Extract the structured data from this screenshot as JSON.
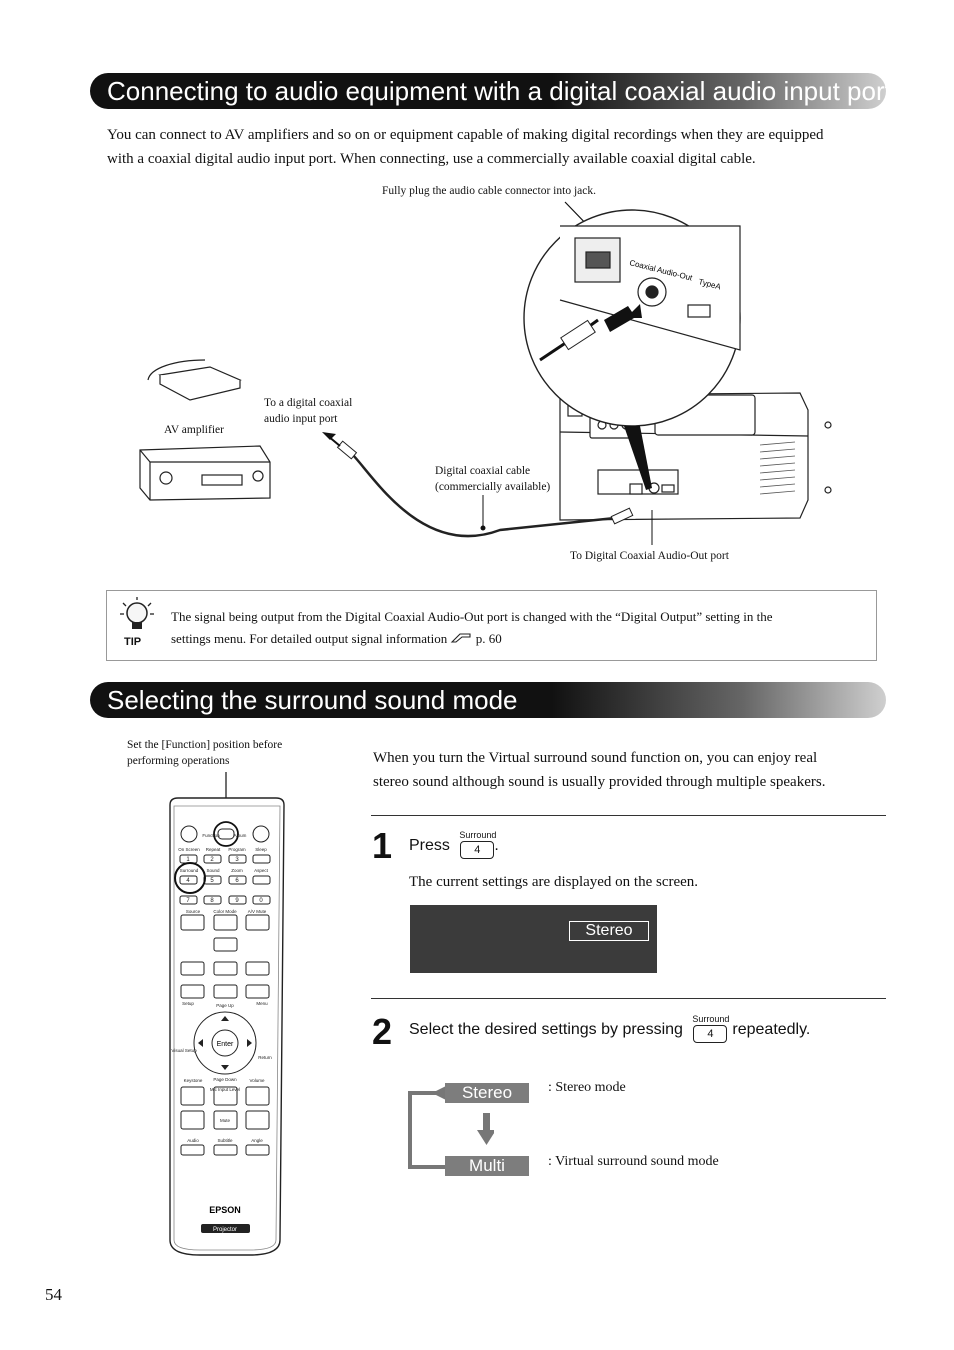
{
  "section1": {
    "heading": "Connecting to audio equipment with a digital coaxial audio input port",
    "intro_line1": "You can connect to AV amplifiers and so on or equipment capable of making digital recordings when they are equipped",
    "intro_line2": "with a coaxial digital audio input port. When connecting, use a commercially available coaxial digital cable."
  },
  "diagram": {
    "callout_plug": "Fully plug the audio cable connector into jack.",
    "label_av_amp": "AV amplifier",
    "label_to_input_1": "To a digital coaxial",
    "label_to_input_2": "audio input port",
    "label_cable_1": "Digital coaxial cable",
    "label_cable_2": "(commercially available)",
    "label_to_output": "To Digital Coaxial Audio-Out port",
    "jack_label": "Coaxial Audio-Out",
    "usb_label": "TypeA"
  },
  "tip": {
    "badge": "TIP",
    "line1": "The signal being output from the Digital Coaxial  Audio-Out port is changed with the “Digital Output” setting in the",
    "line2": "settings menu. For detailed output signal information",
    "page_ref": "p. 60"
  },
  "section2": {
    "heading": "Selecting the surround sound mode",
    "remote_note_1": "Set the [Function] position before",
    "remote_note_2": "performing operations",
    "intro_line1": "When you turn the Virtual surround sound function on, you can enjoy real",
    "intro_line2": "stereo sound although sound is usually provided through multiple speakers."
  },
  "steps": [
    {
      "number": "1",
      "text_before": "Press",
      "key_caption": "Surround",
      "key_label": "4",
      "text_after": ".",
      "detail": "The current settings are displayed on the screen.",
      "screen_value": "Stereo"
    },
    {
      "number": "2",
      "text_before": "Select the desired settings by pressing",
      "key_caption": "Surround",
      "key_label": "4",
      "text_after": "repeatedly."
    }
  ],
  "modes": [
    {
      "label": "Stereo",
      "description": ": Stereo mode"
    },
    {
      "label": "Multi",
      "description": ": Virtual surround sound mode"
    }
  ],
  "remote": {
    "brand": "EPSON",
    "sub": "Projector",
    "function_label": "Function",
    "album_label": "Album",
    "key_labels": [
      "On Screen",
      "Repeat",
      "Program",
      "Sleep",
      "Surround",
      "Sound",
      "Zoom",
      "Aspect",
      "Source",
      "Color Mode",
      "A/V Mute",
      "Setup",
      "Page Up",
      "Menu",
      "Enter",
      "Visual Setup",
      "Return",
      "Keystone",
      "Page Down",
      "Volume",
      "Mic Input Level",
      "Mute",
      "Audio",
      "Subtitle",
      "Angle"
    ],
    "digits": [
      "1",
      "2",
      "3",
      "4",
      "5",
      "6",
      "7",
      "8",
      "9",
      "0"
    ]
  },
  "page_number": "54"
}
